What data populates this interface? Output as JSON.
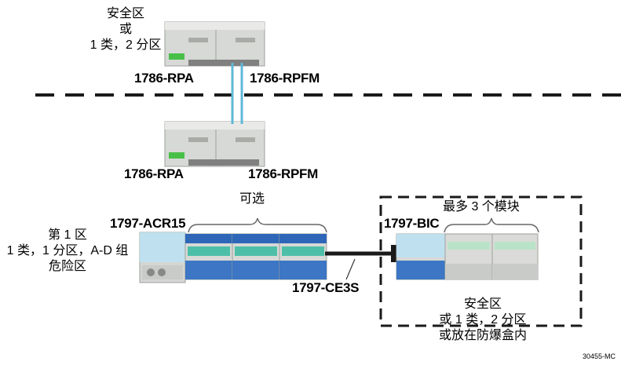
{
  "zones": {
    "top": {
      "line1": "安全区",
      "line2": "或",
      "line3": "1 类，2 分区"
    },
    "left": {
      "line1": "第 1 区",
      "line2": "1 类，1 分区，A-D 组",
      "line3": "危险区"
    },
    "box": {
      "line1": "安全区",
      "line2": "或 1 类，2 分区",
      "line3": "或放在防爆盒内"
    }
  },
  "labels": {
    "rpa_top": "1786-RPA",
    "rpfm_top": "1786-RPFM",
    "rpa_bottom": "1786-RPA",
    "rpfm_bottom": "1786-RPFM",
    "optional": "可选",
    "acr15": "1797-ACR15",
    "ce3s": "1797-CE3S",
    "bic": "1797-BIC",
    "max_modules": "最多 3 个模块"
  },
  "figure_id": "30455-MC",
  "colors": {
    "cable": "#5fb8d8",
    "module_gray": "#d7d9d6",
    "module_blue": "#2e67b8",
    "terminal_blue": "#3c76c4",
    "dashed_line": "#1a1a1a"
  }
}
